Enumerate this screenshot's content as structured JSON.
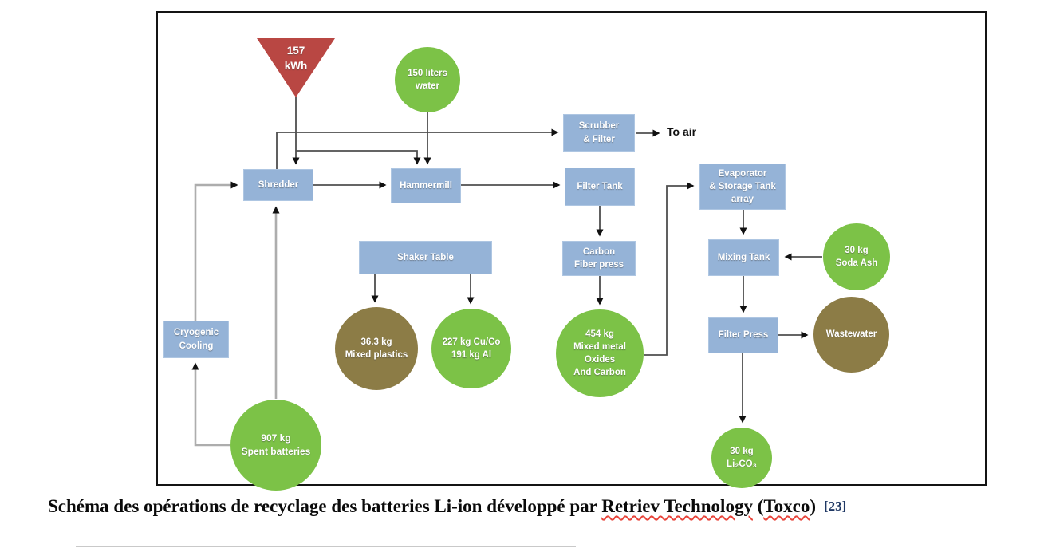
{
  "colors": {
    "node_blue": "#95B3D7",
    "node_blue_border": "#AEC6E2",
    "green": "#7CC247",
    "olive": "#8C7C46",
    "red": "#B94743",
    "line_dark": "#4f4f4f",
    "line_light": "#ADADAD",
    "arrow": "#111111",
    "wavy": "#E8443A"
  },
  "diagram": {
    "inputs": {
      "energy": "157\nkWh",
      "water": "150 liters\nwater",
      "soda_ash": "30 kg\nSoda Ash",
      "spent_batteries": "907 kg\nSpent batteries"
    },
    "process": {
      "scrubber": "Scrubber\n& Filter",
      "shredder": "Shredder",
      "hammermill": "Hammermill",
      "filter_tank": "Filter Tank",
      "evaporator": "Evaporator\n& Storage Tank\narray",
      "shaker_table": "Shaker Table",
      "carbon_press": "Carbon\nFiber press",
      "mixing_tank": "Mixing Tank",
      "cryogenic": "Cryogenic\nCooling",
      "filter_press": "Filter Press"
    },
    "outputs": {
      "to_air": "To air",
      "mixed_plastics": "36.3 kg\nMixed plastics",
      "cu_co_al": "227 kg Cu/Co\n191 kg Al",
      "mixed_oxides": "454 kg\nMixed metal\nOxides\nAnd Carbon",
      "wastewater": "Wastewater",
      "li2co3": "30 kg\nLi₂CO₃"
    }
  },
  "caption": {
    "prefix": "Schéma des opérations de recyclage des batteries Li-ion développé par ",
    "retriev": "Retriev Technology",
    "mid": " (",
    "toxco": "Toxco",
    "suffix": ")",
    "ref": "[23]"
  }
}
